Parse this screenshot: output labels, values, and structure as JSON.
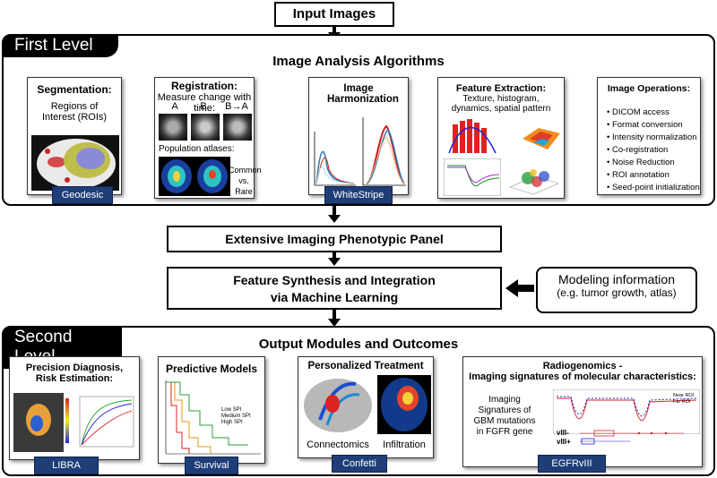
{
  "input": "Input Images",
  "first_level": {
    "label": "First Level",
    "section_title": "Image Analysis Algorithms",
    "panels": {
      "segmentation": {
        "title": "Segmentation:",
        "text": "Regions of Interest (ROIs)",
        "tag": "Geodesic"
      },
      "registration": {
        "title": "Registration:",
        "subtitle": "Measure change with time:",
        "labels": [
          "A",
          "B",
          "B→A"
        ],
        "atlas": "Population atlases:",
        "compare_1": "Common",
        "compare_2": "vs.",
        "compare_3": "Rare"
      },
      "harmonization": {
        "title": "Image Harmonization",
        "tag": "WhiteStripe"
      },
      "feature_extraction": {
        "title": "Feature Extraction:",
        "text": "Texture, histogram, dynamics, spatial pattern"
      },
      "image_operations": {
        "title": "Image Operations:",
        "items": [
          "DICOM access",
          "Format conversion",
          "Intensity normalization",
          "Co-registration",
          "Noise Reduction",
          "ROI annotation",
          "Seed-point initialization"
        ]
      }
    }
  },
  "phenotypic_panel": "Extensive Imaging Phenotypic Panel",
  "synthesis": {
    "line1": "Feature Synthesis and Integration",
    "line2": "via Machine Learning"
  },
  "modeling": {
    "line1": "Modeling information",
    "line2": "(e.g. tumor growth, atlas)"
  },
  "second_level": {
    "label": "Second Level",
    "section_title": "Output Modules and Outcomes",
    "panels": {
      "precision": {
        "title1": "Precision Diagnosis,",
        "title2": "Risk Estimation:",
        "tag": "LIBRA"
      },
      "predictive": {
        "title": "Predictive Models",
        "legend": [
          "Low SPI",
          "Medium SPI",
          "High SPI"
        ],
        "tag": "Survival"
      },
      "personalized": {
        "title": "Personalized Treatment",
        "label1": "Connectomics",
        "label2": "Infiltration",
        "tag": "Confetti"
      },
      "radiogenomics": {
        "title1": "Radiogenomics -",
        "title2": "Imaging signatures of molecular characteristics:",
        "text": "Imaging Signatures of GBM mutations in FGFR gene",
        "legend": [
          "Near ROI",
          "Far ROI"
        ],
        "row1": "vIII-",
        "row2": "vIII+",
        "tag": "EGFRvIII"
      }
    }
  }
}
